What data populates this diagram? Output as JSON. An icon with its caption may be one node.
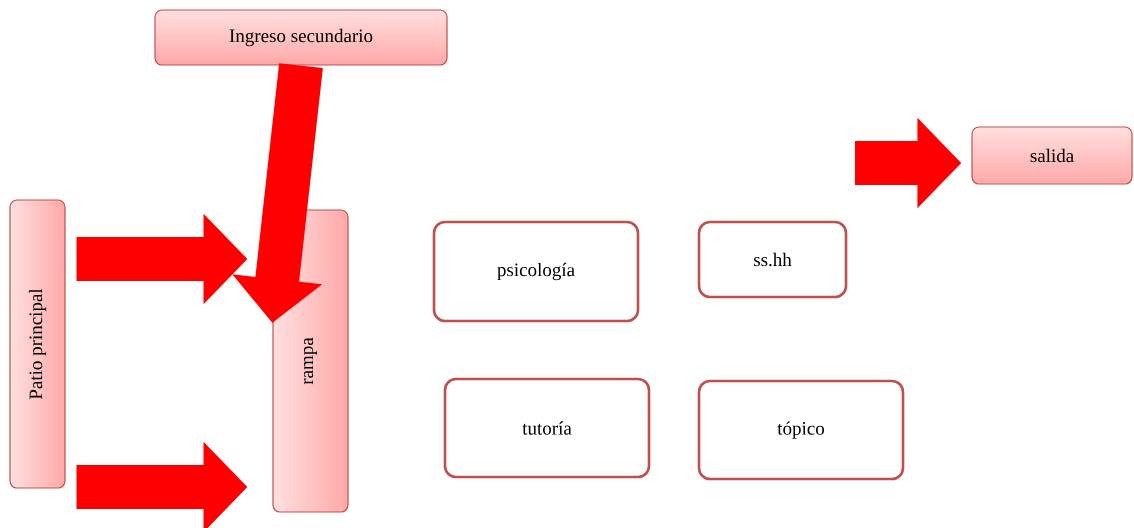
{
  "diagram": {
    "nodes": [
      {
        "text": [
          "Ingreso secundario"
        ]
      },
      {
        "text": [
          "salida"
        ]
      },
      {
        "text": [
          "Patio principal"
        ]
      },
      {
        "text": [
          "rampa"
        ]
      },
      {
        "text": [
          "psicología"
        ]
      },
      {
        "text": [
          "ss.hh"
        ]
      },
      {
        "text": [
          "tutoría"
        ]
      },
      {
        "text": [
          "tópico"
        ]
      }
    ],
    "edges": [
      {
        "from": 0,
        "to": 3,
        "arrow": "to"
      },
      {
        "from": 2,
        "to": 3,
        "arrow": "to"
      },
      {
        "from": 2,
        "to": 3,
        "arrow": "to"
      },
      {
        "from": null,
        "to": 1,
        "arrow": "to"
      }
    ]
  }
}
